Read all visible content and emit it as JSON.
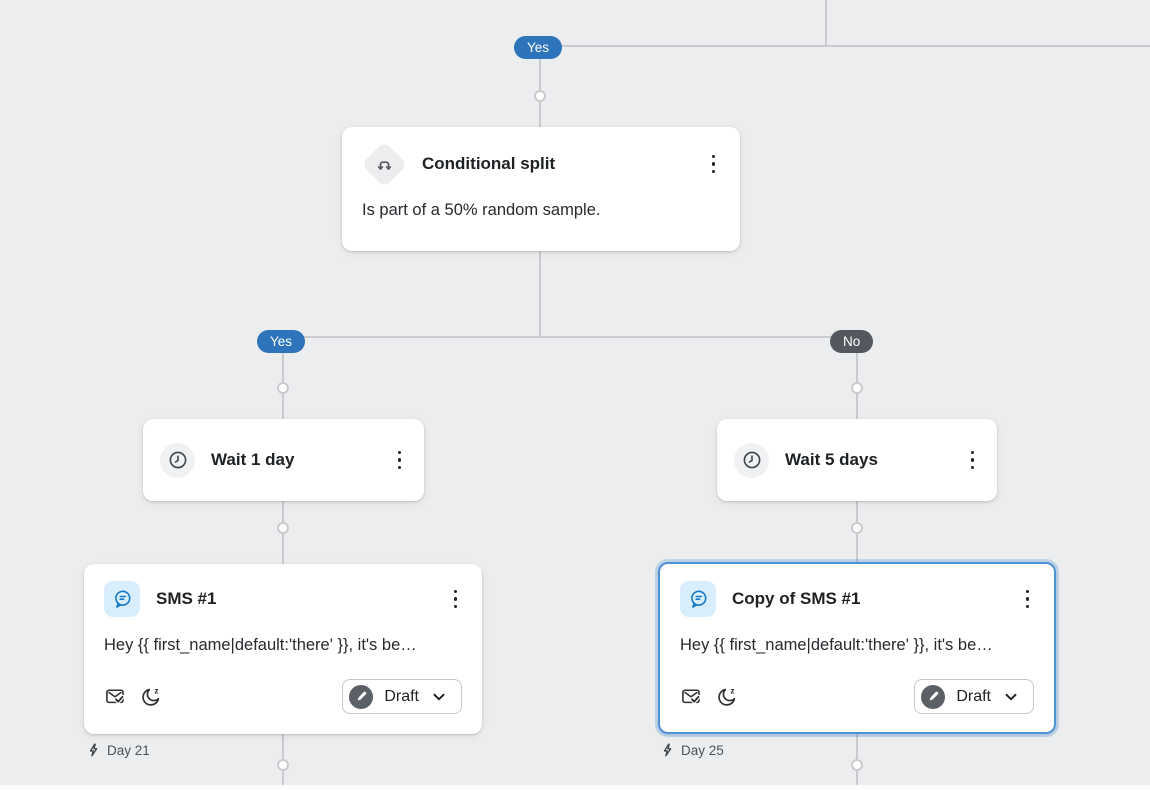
{
  "colors": {
    "canvas_bg": "#ebedee",
    "line_color": "#c9cbce",
    "yes_pill": "#2e74ba",
    "no_pill": "#54585e",
    "selected_border": "#4f93d6",
    "sms_icon": "#1779c6",
    "sms_icon_bg": "#d9eefc",
    "status_badge": "#5a6065"
  },
  "icons": {
    "conditional_split": "branch-split-icon",
    "wait": "clock-icon",
    "sms": "chat-bubble-icon",
    "smart_sending": "envelope-check-icon",
    "quiet_hours": "moon-zzz-icon",
    "status": "pencil-icon",
    "card_menu": "kebab-menu-icon",
    "status_dropdown": "chevron-down-icon",
    "day": "lightning-bolt-icon"
  },
  "branch_labels": {
    "top": "Yes",
    "left": "Yes",
    "right": "No"
  },
  "conditional_split": {
    "title": "Conditional split",
    "description": "Is part of a 50% random sample."
  },
  "wait_left": {
    "title": "Wait 1 day"
  },
  "wait_right": {
    "title": "Wait 5 days"
  },
  "sms_left": {
    "title": "SMS #1",
    "preview": "Hey {{ first_name|default:'there' }}, it's be…",
    "status": "Draft",
    "day": "Day 21"
  },
  "sms_right": {
    "title": "Copy of SMS #1",
    "preview": "Hey {{ first_name|default:'there' }}, it's be…",
    "status": "Draft",
    "day": "Day 25"
  }
}
